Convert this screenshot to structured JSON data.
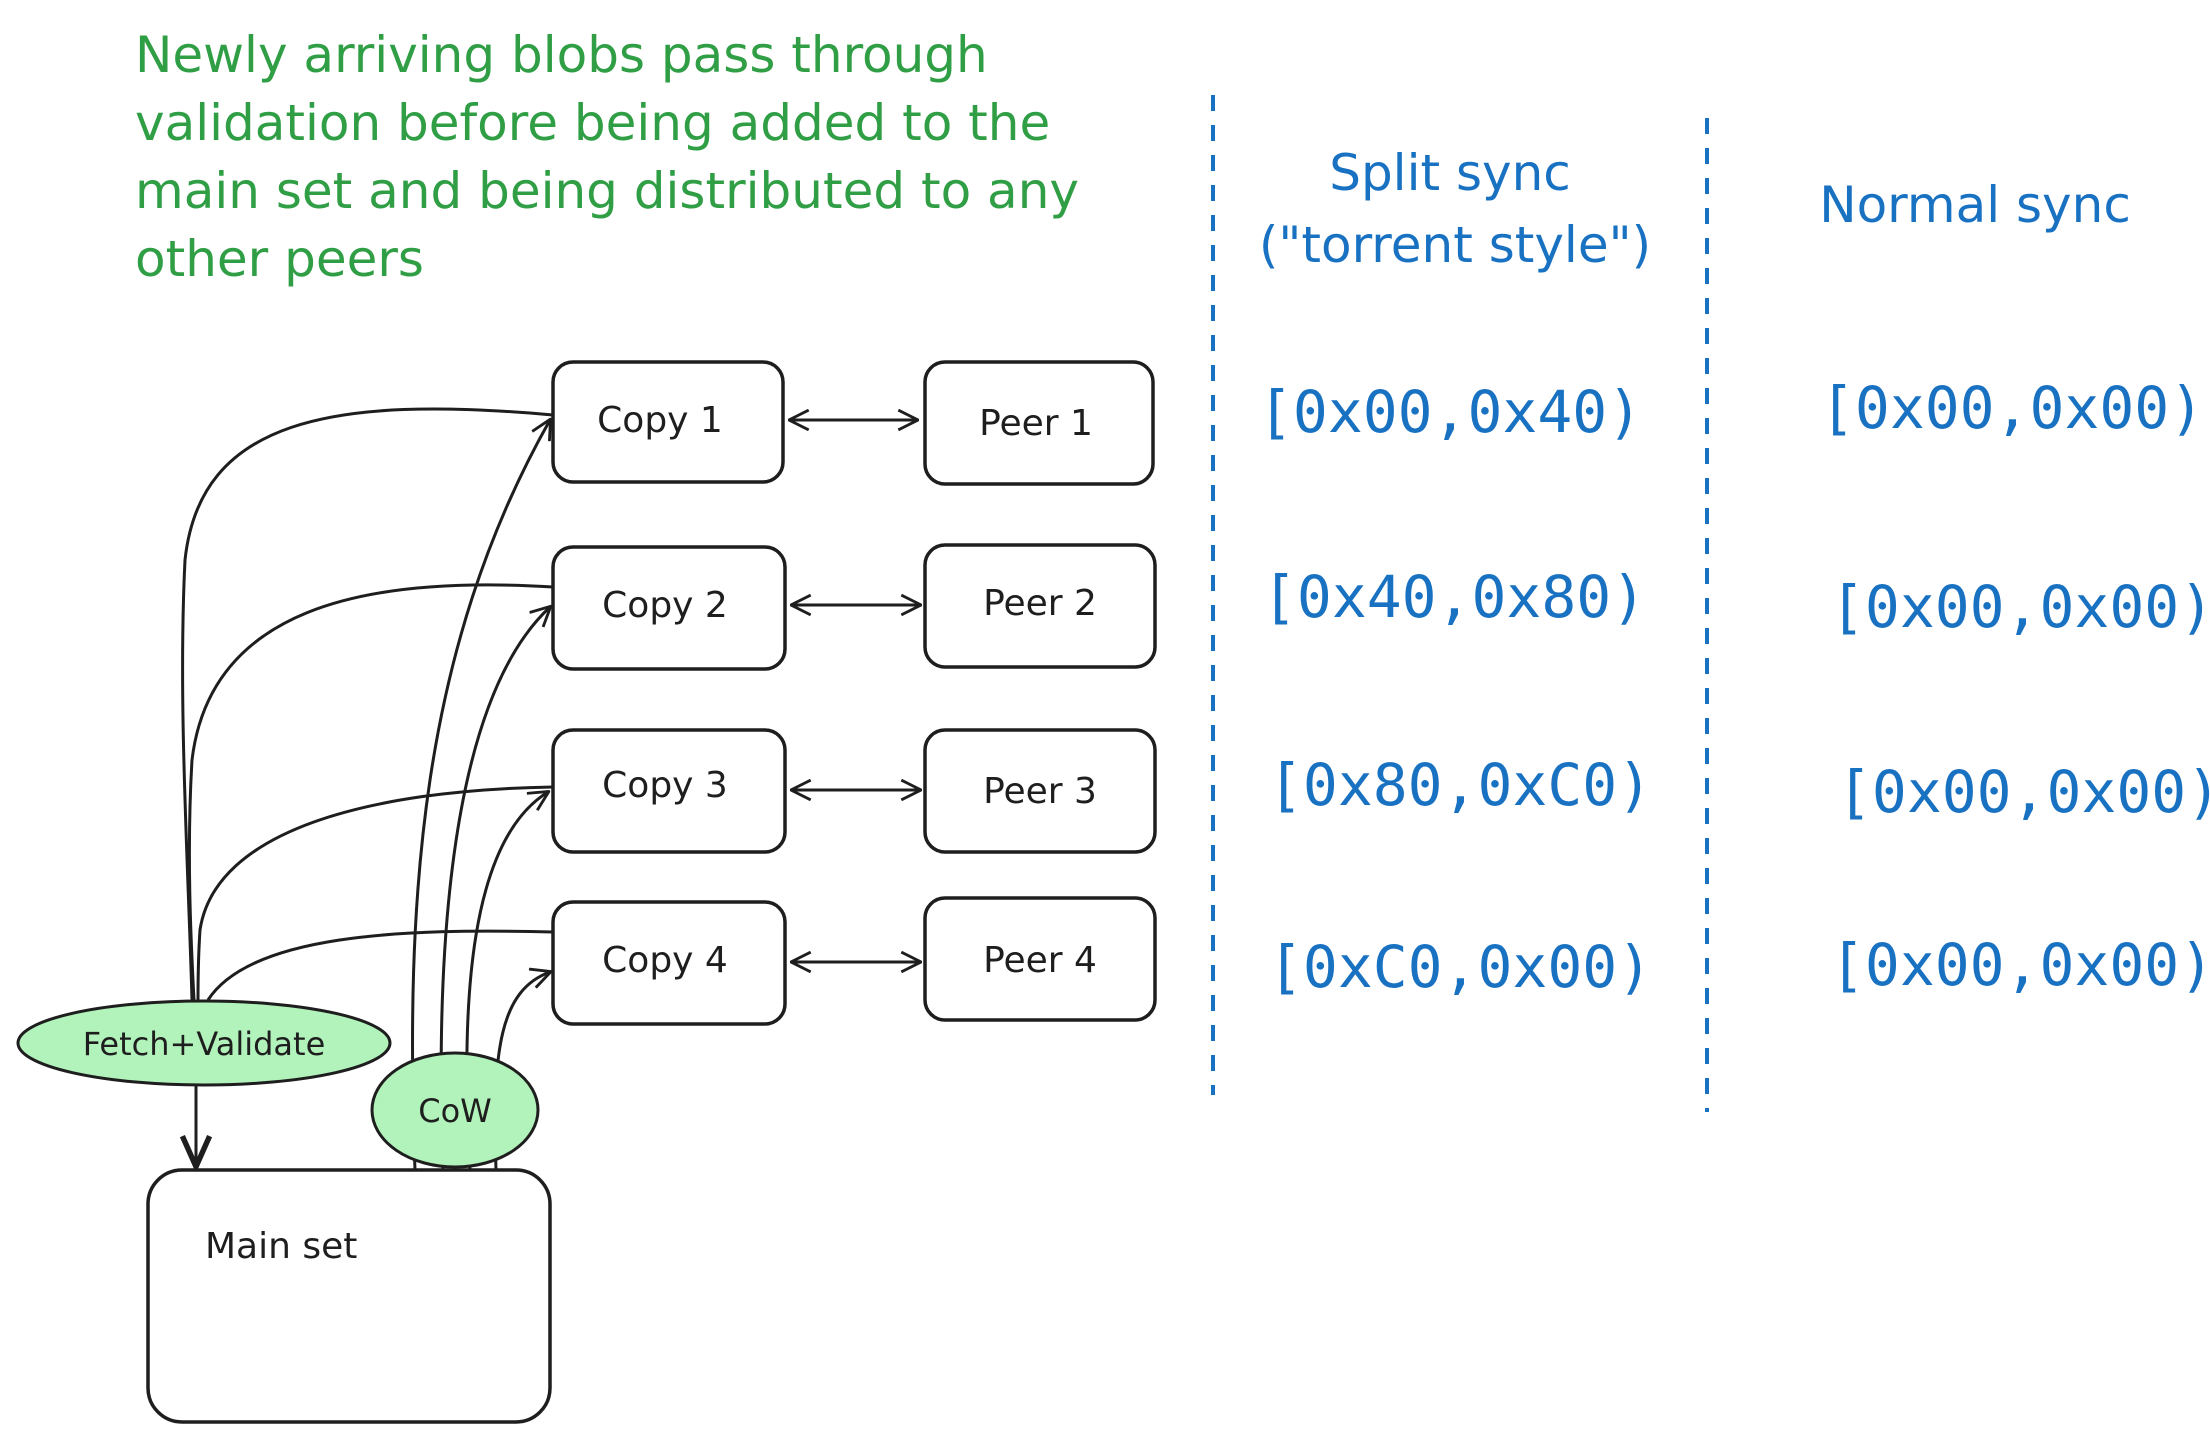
{
  "note": {
    "lines": [
      "Newly arriving blobs pass through",
      "validation before being added to the",
      "main set and being distributed to any",
      "other peers"
    ],
    "color": "#2f9e44"
  },
  "columns": {
    "split": {
      "title_lines": [
        "Split sync",
        "(\"torrent style\")"
      ]
    },
    "normal": {
      "title": "Normal sync"
    },
    "color": "#1971c2"
  },
  "copies": [
    {
      "label": "Copy 1",
      "peer": "Peer 1",
      "split_range": "[0x00,0x40)",
      "normal_range": "[0x00,0x00)"
    },
    {
      "label": "Copy 2",
      "peer": "Peer 2",
      "split_range": "[0x40,0x80)",
      "normal_range": "[0x00,0x00)"
    },
    {
      "label": "Copy 3",
      "peer": "Peer 3",
      "split_range": "[0x80,0xC0)",
      "normal_range": "[0x00,0x00)"
    },
    {
      "label": "Copy 4",
      "peer": "Peer 4",
      "split_range": "[0xC0,0x00)",
      "normal_range": "[0x00,0x00)"
    }
  ],
  "fetch_validate": {
    "label": "Fetch+Validate",
    "fill": "#b2f2bb"
  },
  "cow": {
    "label": "CoW",
    "fill": "#b2f2bb"
  },
  "main_set": {
    "label": "Main set"
  }
}
